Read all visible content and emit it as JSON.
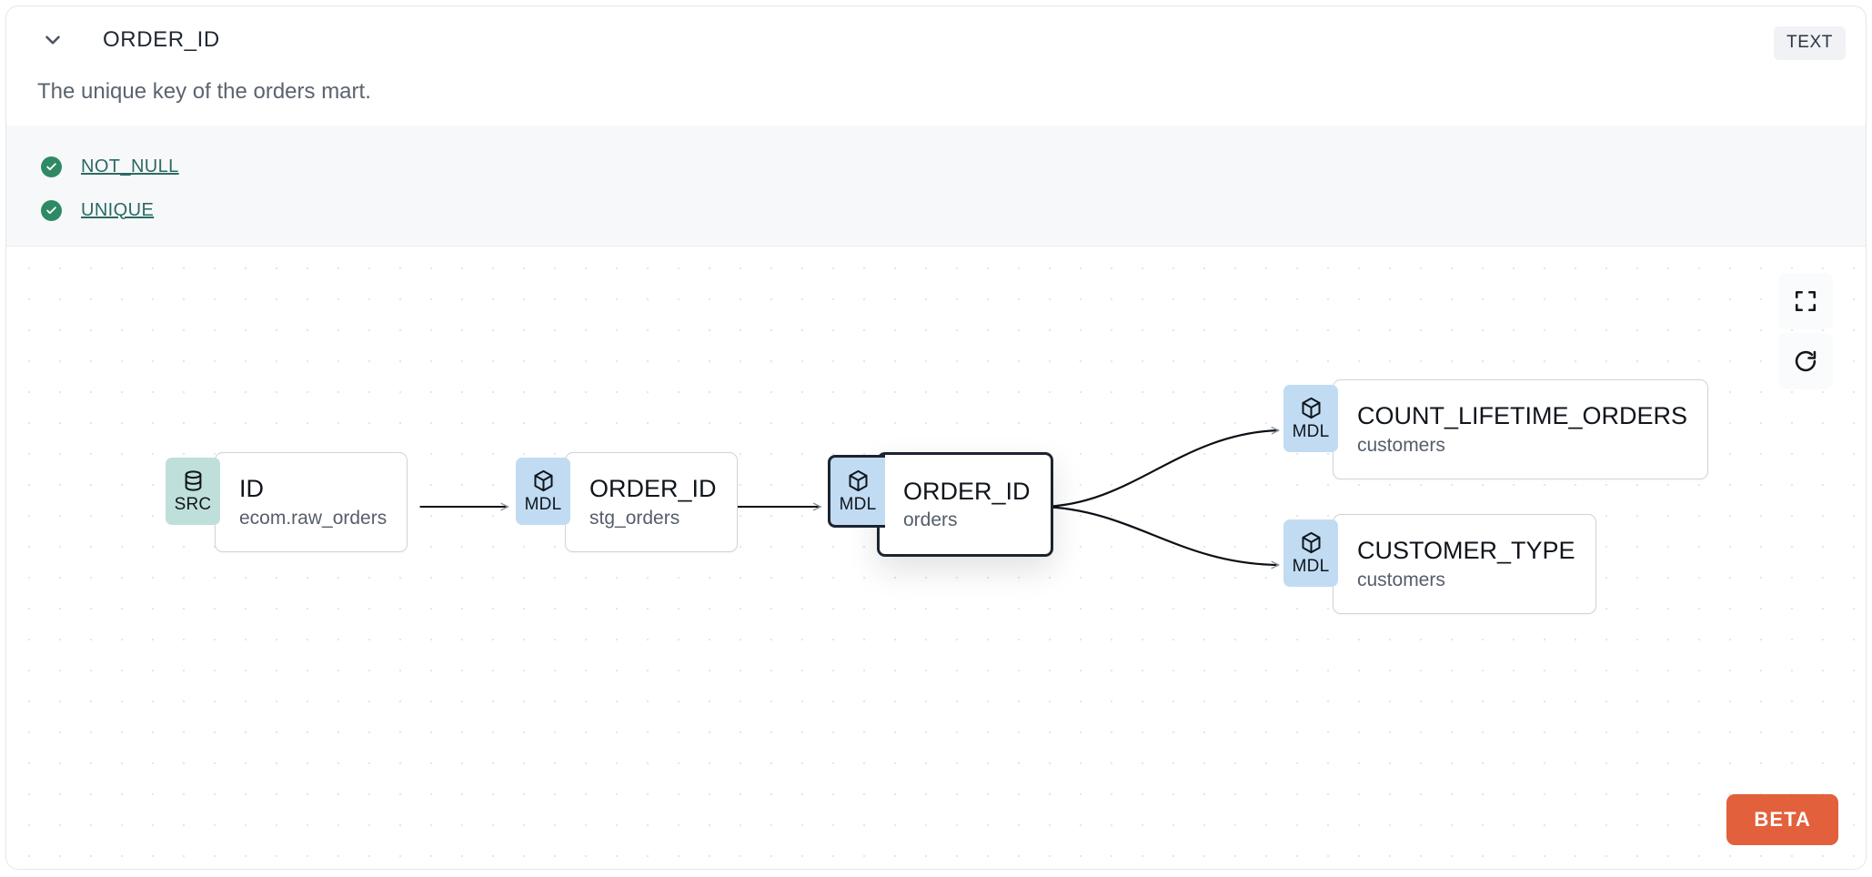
{
  "header": {
    "column_name": "ORDER_ID",
    "type_badge": "TEXT",
    "collapse_icon": "chevron-down-icon"
  },
  "description": "The unique key of the orders mart.",
  "tests": [
    {
      "label": "NOT_NULL",
      "status": "passing",
      "status_icon": "check-circle-icon"
    },
    {
      "label": "UNIQUE",
      "status": "passing",
      "status_icon": "check-circle-icon"
    }
  ],
  "lineage": {
    "nodes": [
      {
        "id": "src-id",
        "badge": "SRC",
        "badge_icon": "database-icon",
        "name": "ID",
        "subtitle": "ecom.raw_orders",
        "selected": false
      },
      {
        "id": "stg-order-id",
        "badge": "MDL",
        "badge_icon": "cube-icon",
        "name": "ORDER_ID",
        "subtitle": "stg_orders",
        "selected": false
      },
      {
        "id": "orders-order-id",
        "badge": "MDL",
        "badge_icon": "cube-icon",
        "name": "ORDER_ID",
        "subtitle": "orders",
        "selected": true
      },
      {
        "id": "count-lifetime-orders",
        "badge": "MDL",
        "badge_icon": "cube-icon",
        "name": "COUNT_LIFETIME_ORDERS",
        "subtitle": "customers",
        "selected": false
      },
      {
        "id": "customer-type",
        "badge": "MDL",
        "badge_icon": "cube-icon",
        "name": "CUSTOMER_TYPE",
        "subtitle": "customers",
        "selected": false
      }
    ],
    "controls": [
      {
        "id": "fullscreen",
        "icon": "fullscreen-expand-icon"
      },
      {
        "id": "refresh",
        "icon": "refresh-icon"
      }
    ],
    "beta_label": "BETA"
  },
  "colors": {
    "src_badge": "#bfdfda",
    "mdl_badge": "#c1dcf2",
    "test_pass": "#2e8a64",
    "test_link": "#2b6a63",
    "beta": "#e2603b",
    "selected_border": "#1d2430"
  }
}
